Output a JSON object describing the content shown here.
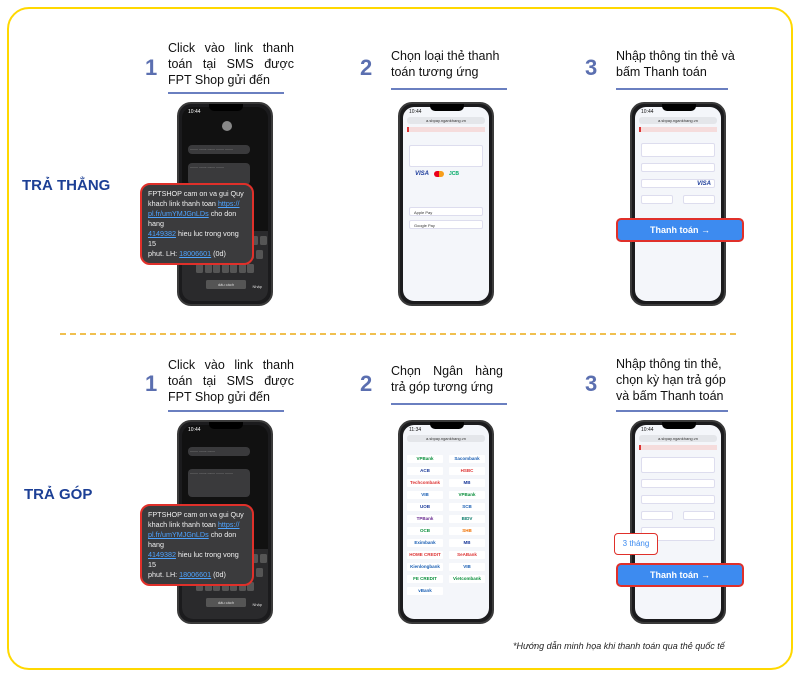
{
  "sections": [
    {
      "label": "TRẢ THẲNG",
      "steps": [
        {
          "num": "1",
          "lines": [
            "Click vào link thanh",
            "toán tại SMS được",
            "FPT Shop gửi đến"
          ]
        },
        {
          "num": "2",
          "lines": [
            "Chọn loại thẻ thanh",
            "toán tương ứng"
          ]
        },
        {
          "num": "3",
          "lines": [
            "Nhập thông tin thẻ và",
            "bấm Thanh toán"
          ]
        }
      ]
    },
    {
      "label": "TRẢ GÓP",
      "steps": [
        {
          "num": "1",
          "lines": [
            "Click vào link thanh",
            "toán tại SMS được",
            "FPT Shop gửi đến"
          ]
        },
        {
          "num": "2",
          "lines": [
            "Chọn Ngân hàng",
            "trả góp tương ứng"
          ]
        },
        {
          "num": "3",
          "lines": [
            "Nhập thông tin thẻ,",
            "chọn kỳ hạn trả góp",
            "và bấm Thanh toán"
          ]
        }
      ]
    }
  ],
  "sms": {
    "top": {
      "line1": "FPTSHOP cam on va gui Quy",
      "line2_prefix": "khach link thanh toan ",
      "link1": "https://",
      "link2": "pl.fr/umYMJGnLDs",
      "suffix": " cho don hang",
      "order": "4149382",
      "line4": " hieu luc trong vong 15",
      "line5_prefix": "phut. LH: ",
      "phone": "18006601",
      "phone_suffix": " (0d)"
    },
    "bottom": {
      "line1": "FPTSHOP cam on va gui Quy",
      "line2_prefix": "khach link thanh toan ",
      "link1": "https://",
      "link2": "pl.fr/umYMJGnLDs",
      "suffix": " cho don hang",
      "order": "4149382",
      "line4": " hieu luc trong vong 15",
      "line5_prefix": "phut. LH: ",
      "phone": "18006601",
      "phone_suffix": " (0d)"
    }
  },
  "buttons": {
    "pay_top": "Thanh toán →",
    "pay_bottom": "Thanh toán →",
    "term": "3 tháng"
  },
  "phone_ui": {
    "time": "10:44",
    "time_b2": "11:34",
    "url": "a.sbpay.ngankhang.vn",
    "keyboard_space": "dấu cách",
    "keyboard_enter": "Nhập",
    "card_brands": [
      "VISA",
      "mastercard",
      "JCB"
    ],
    "wallets": [
      "Apple Pay",
      "Google Pay"
    ],
    "banks": [
      "VPBank",
      "Sacombank",
      "ACB",
      "HSBC",
      "Techcombank",
      "MB",
      "VIB",
      "VPBank",
      "UOB",
      "SCB",
      "TPBank",
      "BIDV",
      "OCB",
      "SHB",
      "Eximbank",
      "MB",
      "HOME CREDIT",
      "SeABank",
      "Kienlongbank",
      "VIB",
      "FE CREDIT",
      "Vietcombank",
      "vBank"
    ]
  },
  "footnote": "*Hướng dẫn minh họa khi thanh toán qua thẻ quốc tế"
}
